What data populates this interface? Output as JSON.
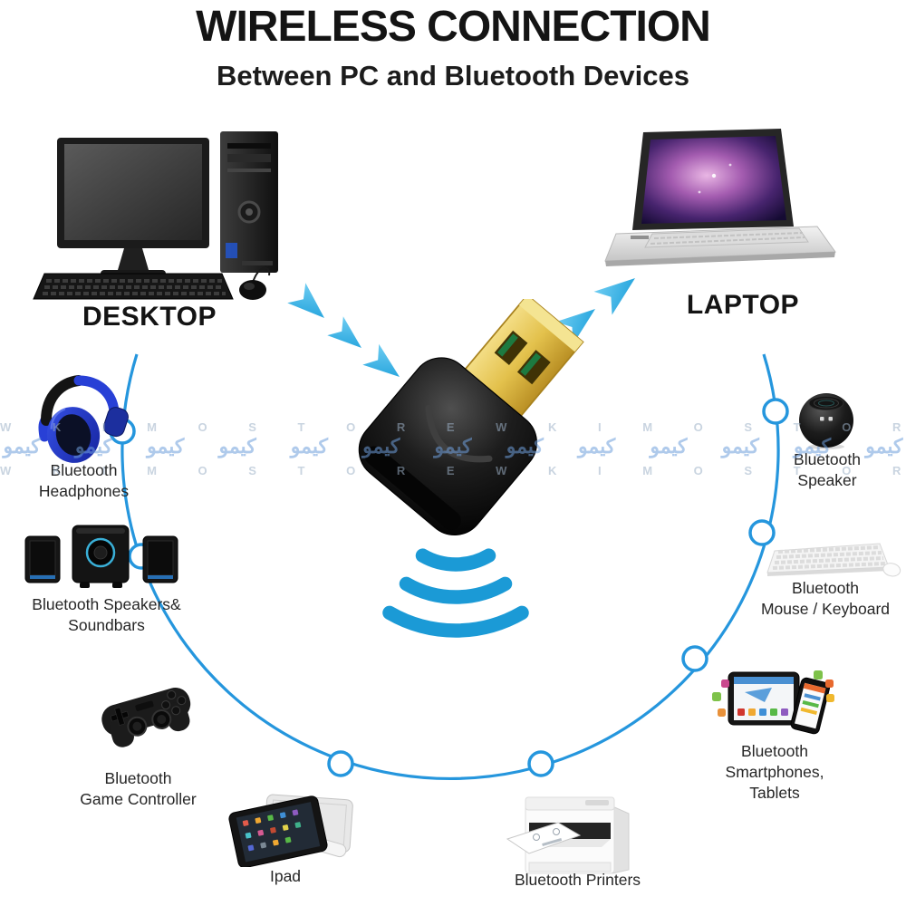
{
  "header": {
    "title": "WIRELESS CONNECTION",
    "subtitle": "Between PC and Bluetooth Devices"
  },
  "computers": {
    "desktop_label": "DESKTOP",
    "laptop_label": "LAPTOP"
  },
  "center_device": "USB Bluetooth adapter",
  "devices": [
    {
      "id": "bluetooth-headphones",
      "lines": [
        "Bluetooth",
        "Headphones"
      ]
    },
    {
      "id": "bluetooth-speakers-soundbars",
      "lines": [
        "Bluetooth Speakers&",
        "Soundbars"
      ]
    },
    {
      "id": "bluetooth-game-controller",
      "lines": [
        "Bluetooth",
        "Game Controller"
      ]
    },
    {
      "id": "ipad",
      "lines": [
        "Ipad"
      ]
    },
    {
      "id": "bluetooth-printers",
      "lines": [
        "Bluetooth Printers"
      ]
    },
    {
      "id": "bluetooth-smartphones-tablets",
      "lines": [
        "Bluetooth",
        "Smartphones,",
        "Tablets"
      ]
    },
    {
      "id": "bluetooth-mouse-keyboard",
      "lines": [
        "Bluetooth",
        "Mouse / Keyboard"
      ]
    },
    {
      "id": "bluetooth-speaker",
      "lines": [
        "Bluetooth",
        "Speaker"
      ]
    }
  ],
  "watermark": {
    "letters_row": "W K I M O S T O R E W K I M O S T O R E",
    "arabic_row": "كيمو كيمو كيمو كيمو كيمو كيمو كيمو كيمو كيمو كيمو كيمو كيمو كيمو"
  },
  "colors": {
    "circle_blue": "#2596DD",
    "arrow_blue": "#35B5E8",
    "wifi_blue": "#1B9AD6",
    "usb_gold": "#E3C14C",
    "headphones_blue": "#2438CC",
    "title_black": "#141414"
  }
}
